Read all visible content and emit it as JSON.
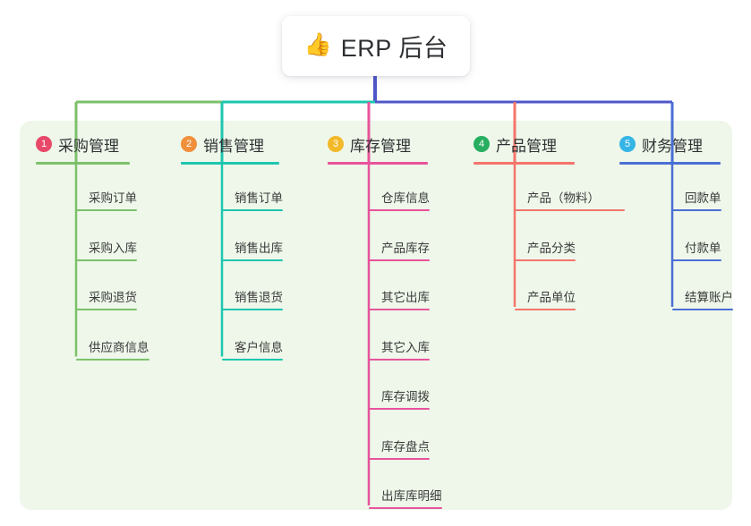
{
  "diagram": {
    "type": "org-chart",
    "root": {
      "icon": "thumbs-up-icon",
      "icon_glyph": "👍",
      "label": "ERP 后台"
    },
    "palette": {
      "page_background": "#ffffff",
      "panel_background": "#eef7ea",
      "card_background": "#ffffff",
      "text": "#2f3133",
      "leaf_text": "#3b3b3b",
      "root_stem": "#4f56c8"
    },
    "branches": [
      {
        "number": "1",
        "title": "采购管理",
        "badge_color": "#e8496a",
        "line_color": "#7cc16a",
        "items": [
          "采购订单",
          "采购入库",
          "采购退货",
          "供应商信息"
        ]
      },
      {
        "number": "2",
        "title": "销售管理",
        "badge_color": "#f0903c",
        "line_color": "#1ec6ae",
        "items": [
          "销售订单",
          "销售出库",
          "销售退货",
          "客户信息"
        ]
      },
      {
        "number": "3",
        "title": "库存管理",
        "badge_color": "#f2b929",
        "line_color": "#e8539b",
        "items": [
          "仓库信息",
          "产品库存",
          "其它出库",
          "其它入库",
          "库存调拨",
          "库存盘点",
          "出库库明细"
        ]
      },
      {
        "number": "4",
        "title": "产品管理",
        "badge_color": "#27ae60",
        "line_color": "#f4756b",
        "items": [
          "产品（物料）",
          "产品分类",
          "产品单位"
        ]
      },
      {
        "number": "5",
        "title": "财务管理",
        "badge_color": "#35b5e5",
        "line_color": "#4a6fd4",
        "items": [
          "回款单",
          "付款单",
          "结算账户"
        ]
      }
    ]
  }
}
